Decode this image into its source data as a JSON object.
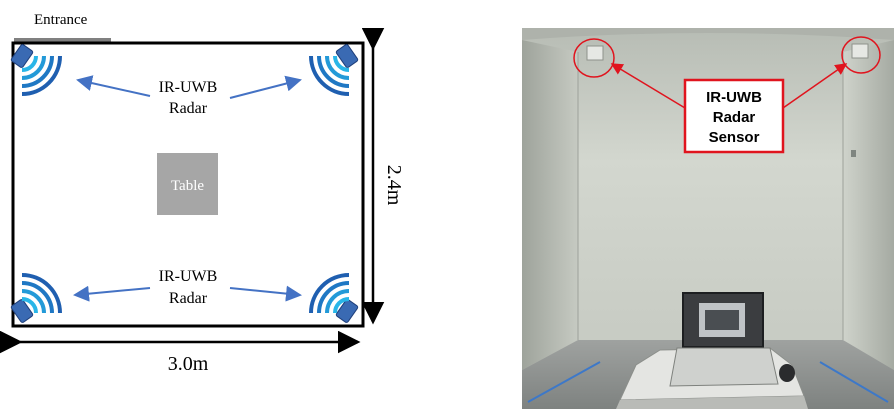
{
  "floor_plan": {
    "entrance_label": "Entrance",
    "table_label": "Table",
    "radar_label_top": [
      "IR-UWB",
      "Radar"
    ],
    "radar_label_bottom": [
      "IR-UWB",
      "Radar"
    ],
    "width_label": "3.0m",
    "height_label": "2.4m"
  },
  "photo": {
    "sensor_callout": [
      "IR-UWB",
      "Radar",
      "Sensor"
    ]
  },
  "colors": {
    "room_outline": "#000000",
    "entrance_bar": "#808080",
    "table_fill": "#a6a6a6",
    "radar_body": "#3a6ab3",
    "arrow_blue": "#4472c4",
    "wave_light": "#29b6e8",
    "wave_dark": "#1f5fb0",
    "callout_red": "#e0141e",
    "wall": "#c9cec6"
  }
}
